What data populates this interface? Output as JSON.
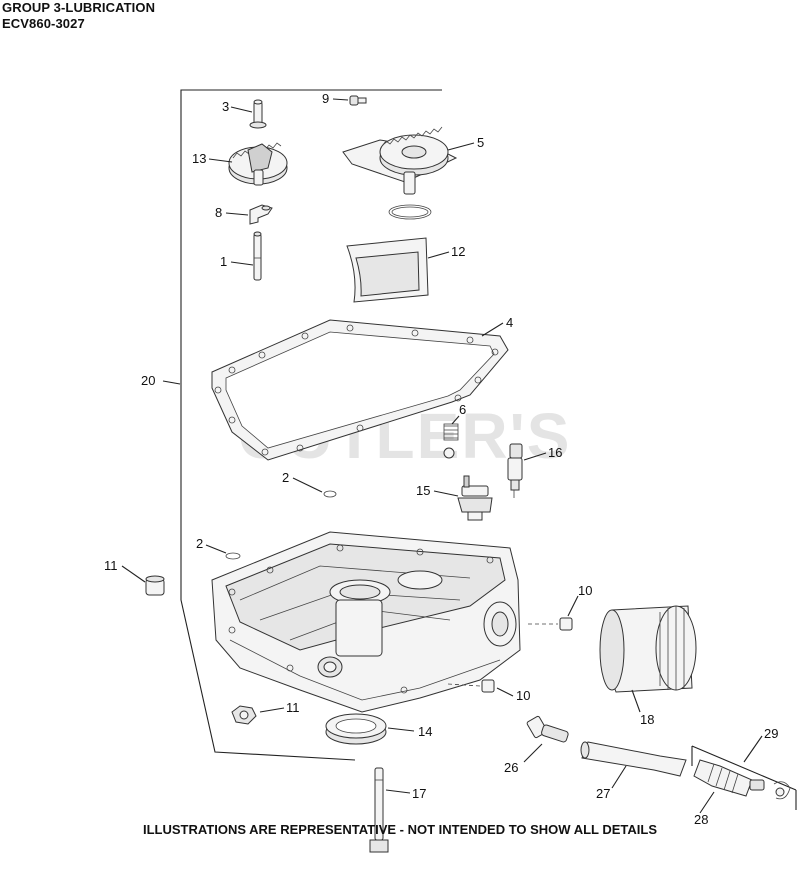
{
  "header": {
    "group_title": "GROUP 3-LUBRICATION",
    "model": "ECV860-3027"
  },
  "watermark": "CUTLER'S",
  "footer": "ILLUSTRATIONS ARE REPRESENTATIVE - NOT INTENDED TO SHOW ALL DETAILS",
  "callouts": {
    "c1": "1",
    "c2a": "2",
    "c2b": "2",
    "c3": "3",
    "c4": "4",
    "c5": "5",
    "c6": "6",
    "c8": "8",
    "c9": "9",
    "c10a": "10",
    "c10b": "10",
    "c11a": "11",
    "c11b": "11",
    "c12": "12",
    "c13": "13",
    "c14": "14",
    "c15": "15",
    "c16": "16",
    "c17": "17",
    "c18": "18",
    "c20": "20",
    "c26": "26",
    "c27": "27",
    "c28": "28",
    "c29": "29"
  }
}
